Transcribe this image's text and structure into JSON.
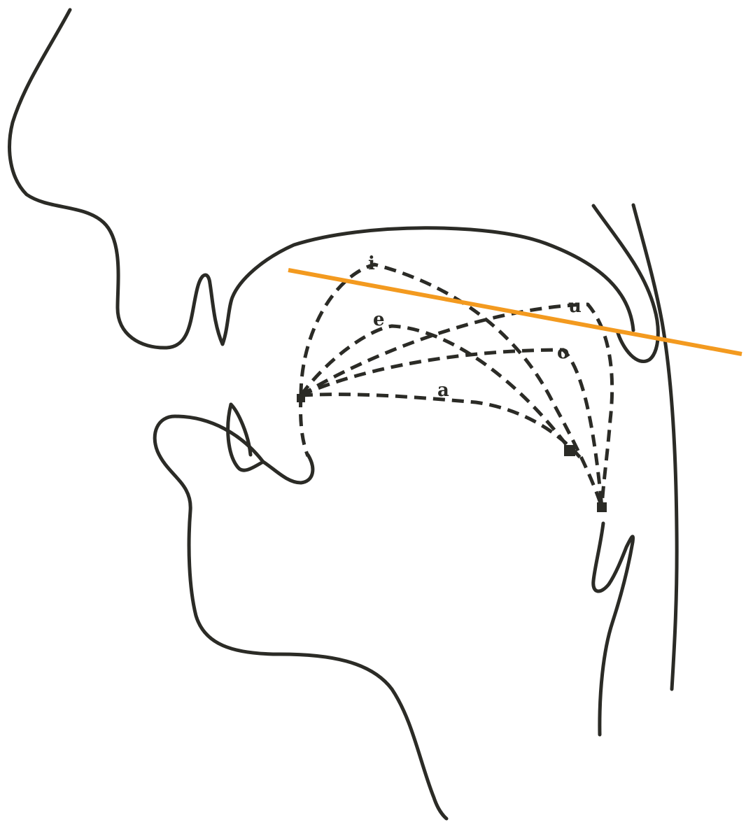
{
  "colors": {
    "ink": "#2b2b26",
    "reference_line": "#f39a1f",
    "background": "#ffffff"
  },
  "vowel_labels": {
    "i": "i",
    "e": "e",
    "u": "u",
    "o": "o",
    "a": "a"
  }
}
